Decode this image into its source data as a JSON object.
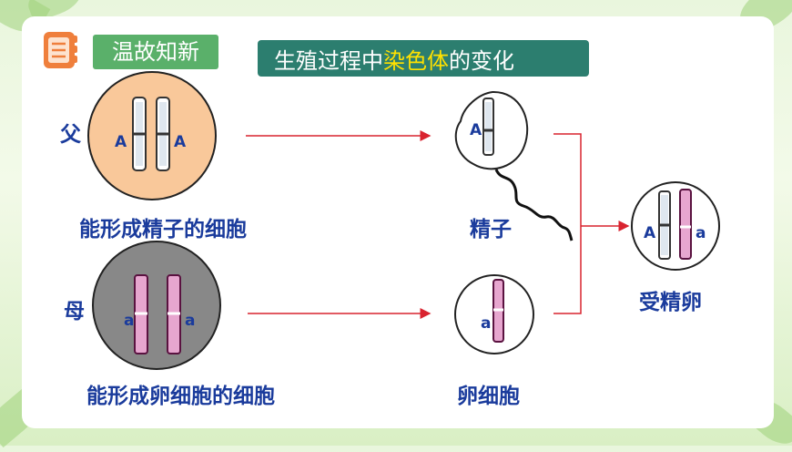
{
  "header": {
    "tag": "温故知新",
    "title_before": "生殖过程中",
    "title_highlight": "染色体",
    "title_after": "的变化"
  },
  "labels": {
    "father": "父",
    "mother": "母",
    "father_cell": "能形成精子的细胞",
    "mother_cell": "能形成卵细胞的细胞",
    "sperm": "精子",
    "egg": "卵细胞",
    "zygote": "受精卵"
  },
  "genes": {
    "father_left": "A",
    "father_right": "A",
    "mother_left": "a",
    "mother_right": "a",
    "sperm": "A",
    "egg": "a",
    "zygote_left": "A",
    "zygote_right": "a"
  },
  "colors": {
    "father_cell": "#f9c89a",
    "mother_cell": "#888888",
    "arrow": "#d9232f",
    "label": "#1a3b9c",
    "title_bg": "#2c7e6f",
    "highlight": "#ffe100",
    "chromosome_pink": "#e7a6cf"
  }
}
